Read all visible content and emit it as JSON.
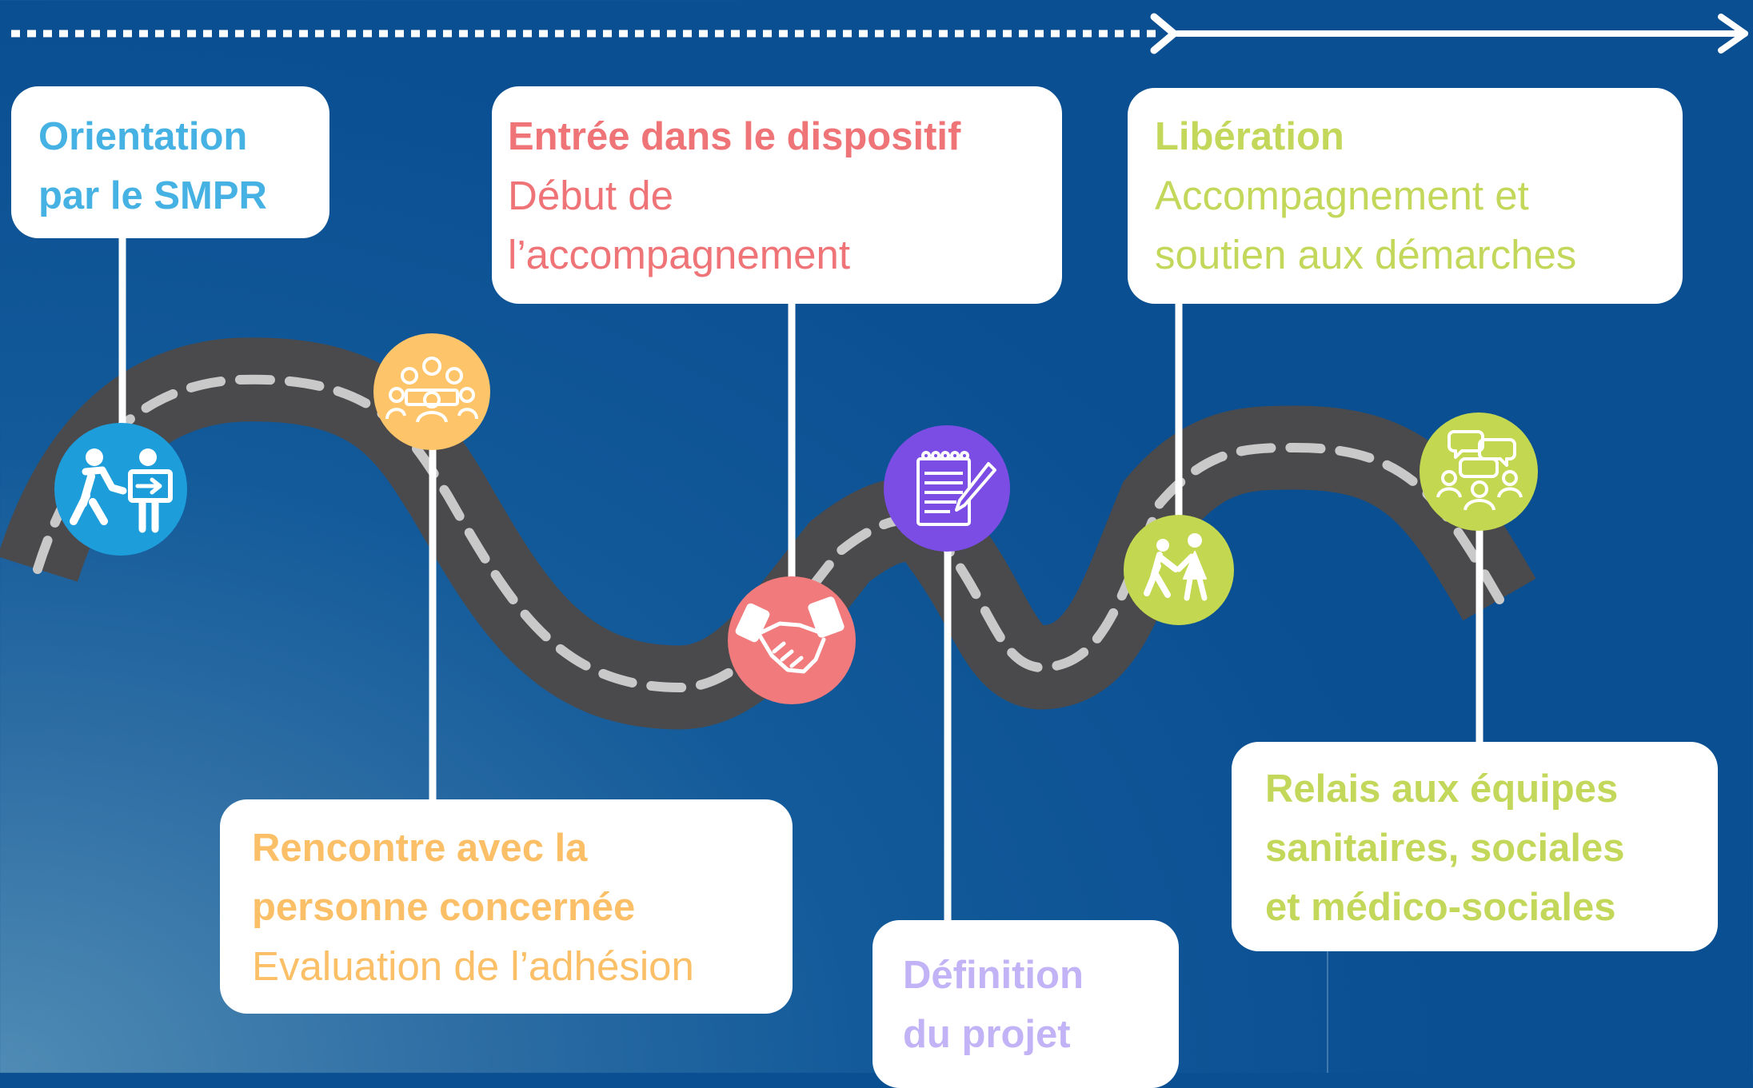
{
  "colors": {
    "background": "#0b4f92",
    "road": "#4a4a4c",
    "road_dash": "#c9c9c9",
    "connector": "#ffffff",
    "blue": "#1e9ddb",
    "orange": "#fec46a",
    "pink": "#f07a7c",
    "purple": "#7b4de4",
    "green": "#c3d850",
    "lilac": "#c1b3f5"
  },
  "steps": [
    {
      "title_lines": [
        "Orientation",
        "par le SMPR"
      ],
      "sub_lines": [],
      "icon": "people-walking-sign-icon",
      "color": "#1e9ddb"
    },
    {
      "title_lines": [
        "Rencontre avec la",
        "personne concernée"
      ],
      "sub_lines": [
        "Evaluation de l’adhésion"
      ],
      "icon": "meeting-group-icon",
      "color": "#fec46a"
    },
    {
      "title_lines": [
        "Entrée dans le dispositif"
      ],
      "sub_lines": [
        "Début de",
        "l’accompagnement"
      ],
      "icon": "handshake-icon",
      "color": "#f07a7c"
    },
    {
      "title_lines": [
        "Définition",
        "du projet"
      ],
      "sub_lines": [],
      "icon": "notepad-pen-icon",
      "color": "#7b4de4"
    },
    {
      "title_lines": [
        "Libération"
      ],
      "sub_lines": [
        "Accompagnement et",
        "soutien aux démarches"
      ],
      "icon": "walking-together-icon",
      "color": "#c3d850"
    },
    {
      "title_lines": [
        "Relais aux équipes",
        "sanitaires, sociales",
        "et médico-sociales"
      ],
      "sub_lines": [],
      "icon": "group-speech-bubbles-icon",
      "color": "#c3d850"
    }
  ]
}
